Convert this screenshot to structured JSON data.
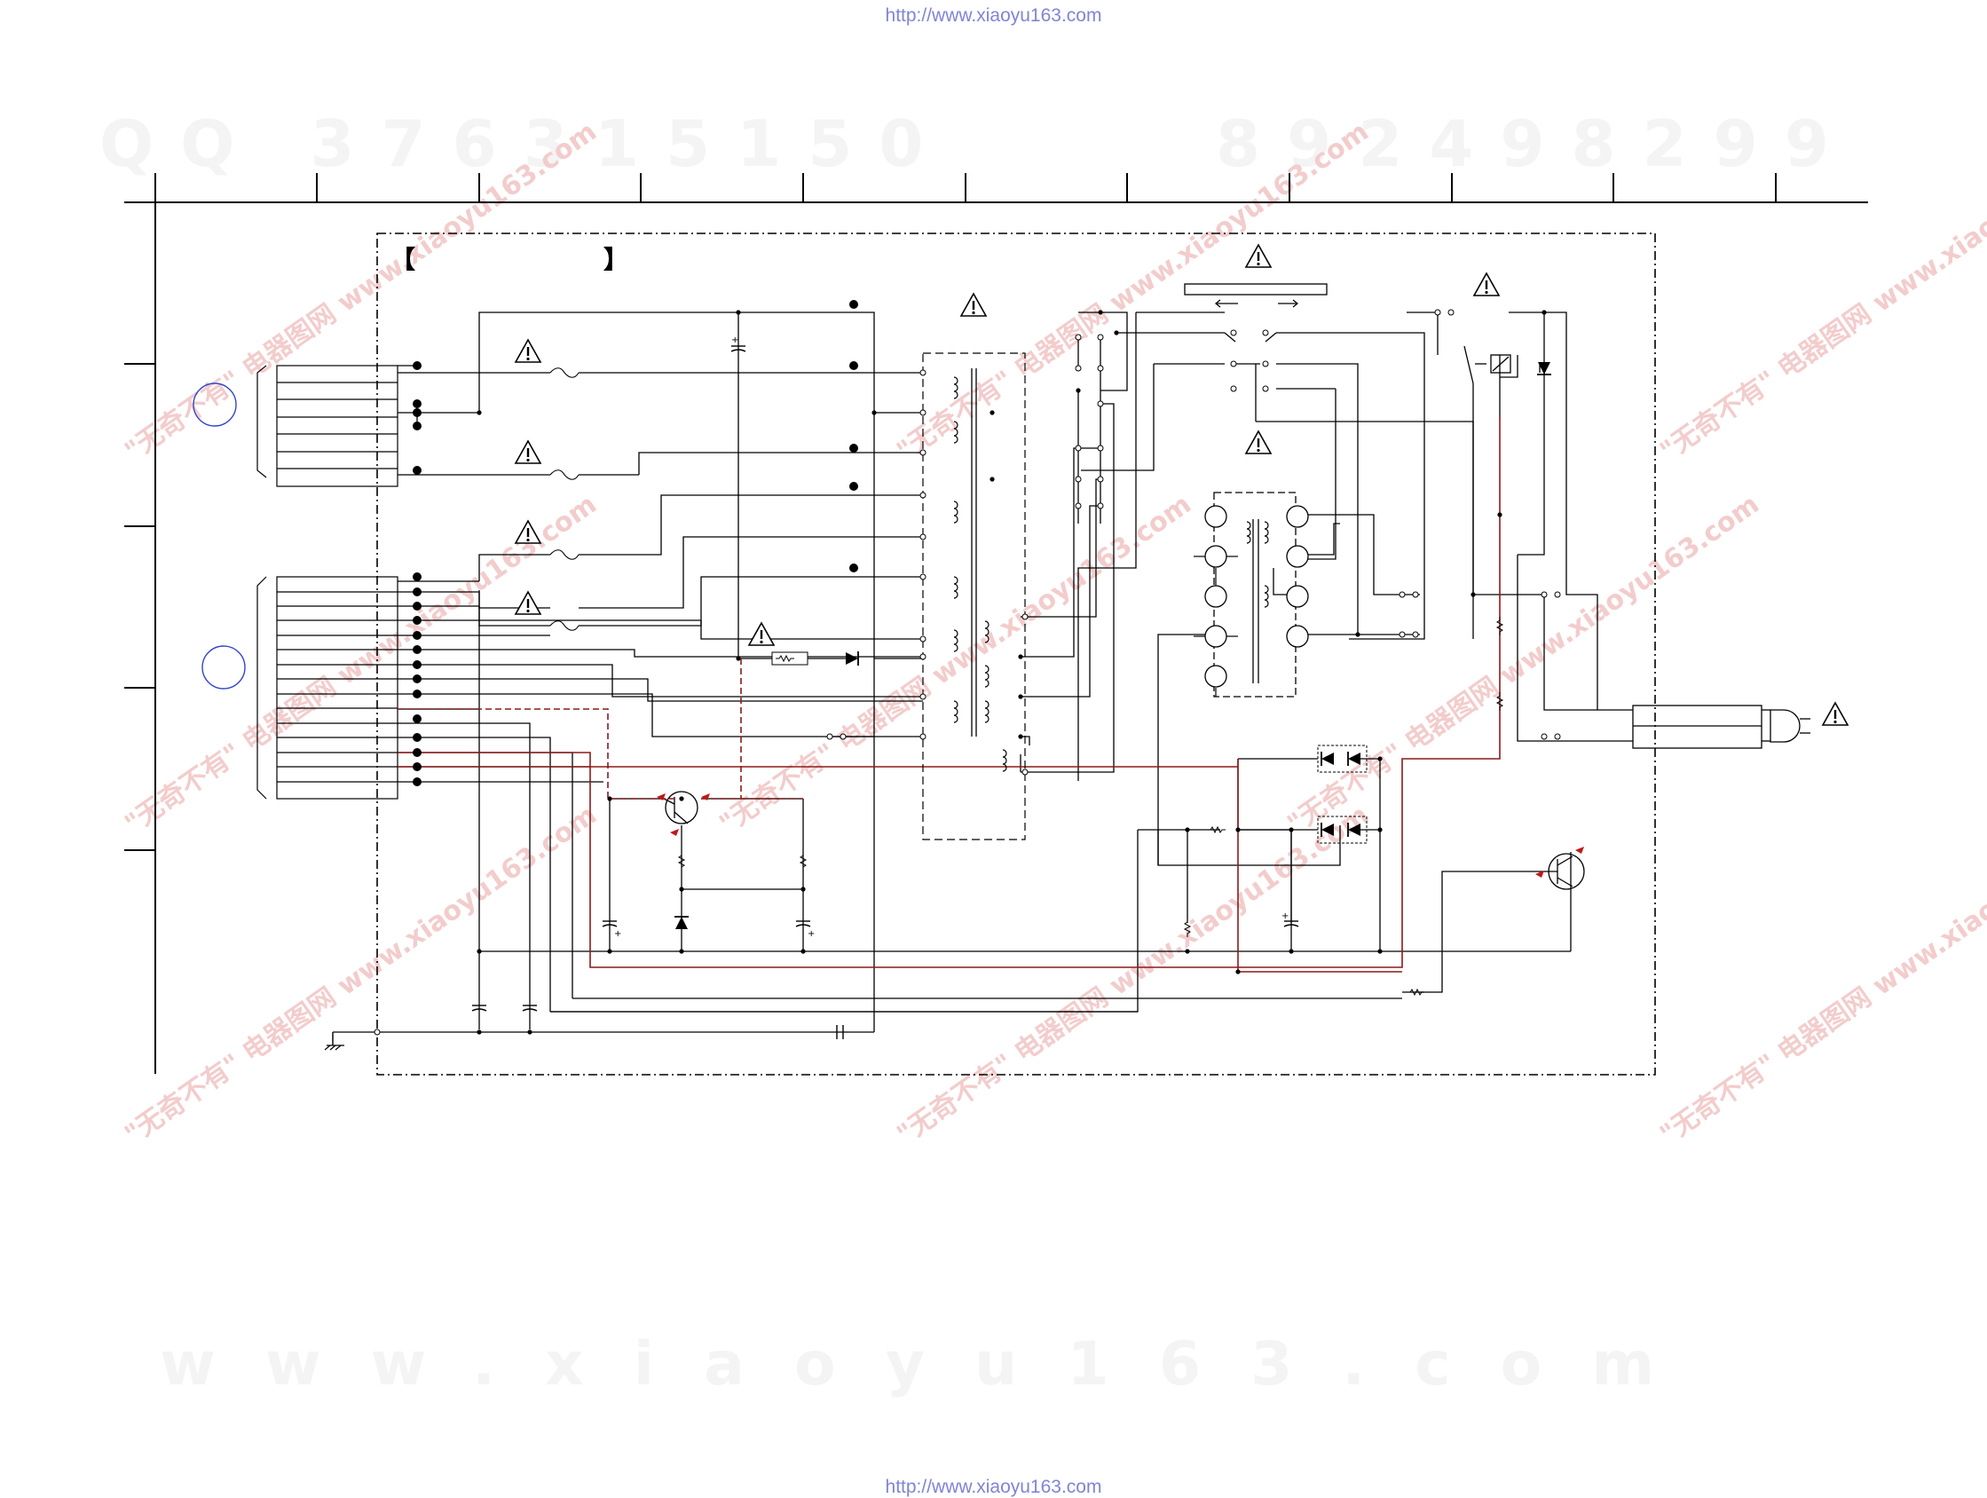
{
  "header": {
    "source_url": "http://www.xiaoyu163.com"
  },
  "footer": {
    "source_url": "http://www.xiaoyu163.com"
  },
  "watermarks": {
    "qq": "QQ 376315150",
    "number": "892498299",
    "site": "www.xiaoyu163.com",
    "stamp_text": "\"无奇不有\" 电器图网 www.xiaoyu163.com"
  },
  "diagram": {
    "section_bracket_left": "【",
    "section_bracket_right": "】",
    "colors": {
      "line": "#000000",
      "highlight_trace": "#8b1a1a",
      "connector_circle": "#3344cc",
      "watermark": "#f0d4d4"
    },
    "icons": [
      "warning-triangle-icon",
      "transformer-coil-icon",
      "diode-icon",
      "transistor-icon",
      "capacitor-icon",
      "resistor-icon",
      "relay-icon",
      "ac-plug-icon",
      "ground-icon",
      "fuse-icon"
    ]
  }
}
